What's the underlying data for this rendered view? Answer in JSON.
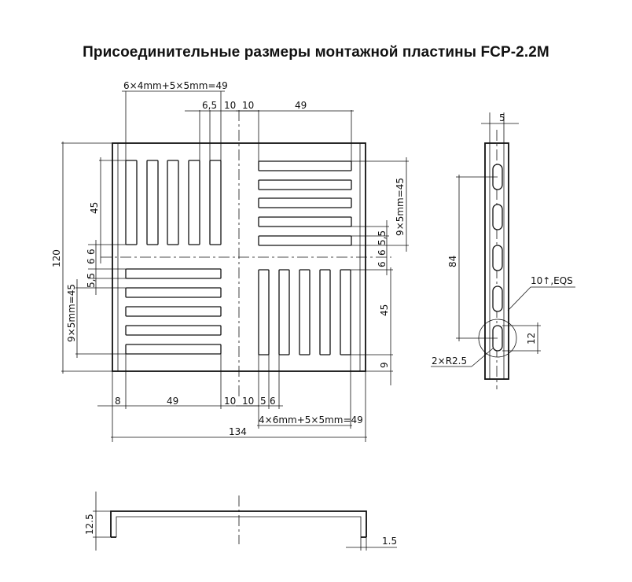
{
  "title": "Присоединительные размеры монтажной пластины FCP-2.2M",
  "dimensions": {
    "top_pitch_note": "6×4mm+5×5mm=49",
    "d_6_5": "6,5",
    "d_10_top_left": "10",
    "d_10_top_right": "10",
    "d_49_top": "49",
    "d_45_left": "45",
    "d_120": "120",
    "d_6_left_a": "6",
    "d_6_left_b": "6",
    "d_5_5_left": "5,5",
    "left_pitch_note": "9×5mm=45",
    "right_pitch_note": "9×5mm=45",
    "d_5_5_right": "5,5",
    "d_6_right_a": "6",
    "d_6_right_b": "6",
    "d_45_right": "45",
    "d_9_right": "9",
    "d_8_bottom": "8",
    "d_49_bottom": "49",
    "d_10_bottom_a": "10",
    "d_10_bottom_b": "10",
    "d_5_bottom": "5",
    "d_6_bottom": "6",
    "bottom_pitch_note": "4×6mm+5×5mm=49",
    "d_134": "134",
    "side_5": "5",
    "side_84": "84",
    "side_holes": "10↑,EQS",
    "side_12": "12",
    "side_radius": "2×R2.5",
    "profile_12_5": "12.5",
    "profile_1_5": "1.5"
  }
}
